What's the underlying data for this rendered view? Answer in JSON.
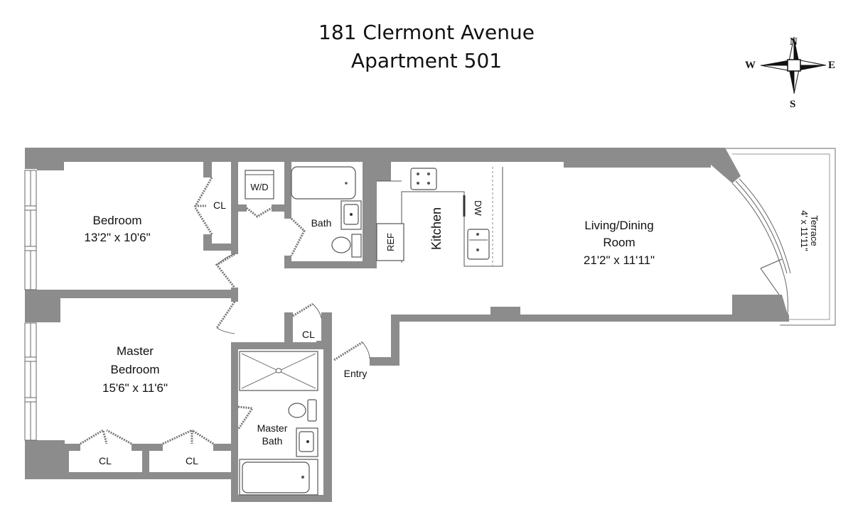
{
  "header": {
    "address": "181 Clermont Avenue",
    "unit": "Apartment 501"
  },
  "compass": {
    "north": "N",
    "south": "S",
    "east": "E",
    "west": "W"
  },
  "rooms": {
    "bedroom": {
      "name": "Bedroom",
      "dimensions": "13'2\" x 10'6\""
    },
    "bedroom_closet": {
      "name": "CL"
    },
    "washer_dryer": {
      "name": "W/D"
    },
    "bath": {
      "name": "Bath"
    },
    "refrigerator": {
      "name": "REF"
    },
    "kitchen": {
      "name": "Kitchen"
    },
    "dishwasher": {
      "name": "DW"
    },
    "living": {
      "name_line1": "Living/Dining",
      "name_line2": "Room",
      "dimensions": "21'2\" x 11'11\""
    },
    "terrace": {
      "name": "Terrace",
      "dimensions": "4' x 11'11\""
    },
    "master_bedroom": {
      "name_line1": "Master",
      "name_line2": "Bedroom",
      "dimensions": "15'6\" x 11'6\""
    },
    "master_closet_1": {
      "name": "CL"
    },
    "master_closet_2": {
      "name": "CL"
    },
    "hall_closet": {
      "name": "CL"
    },
    "master_bath": {
      "name_line1": "Master",
      "name_line2": "Bath"
    },
    "entry": {
      "name": "Entry"
    }
  },
  "colors": {
    "wall": "#8c8c8c",
    "background": "#ffffff",
    "text": "#111111"
  }
}
